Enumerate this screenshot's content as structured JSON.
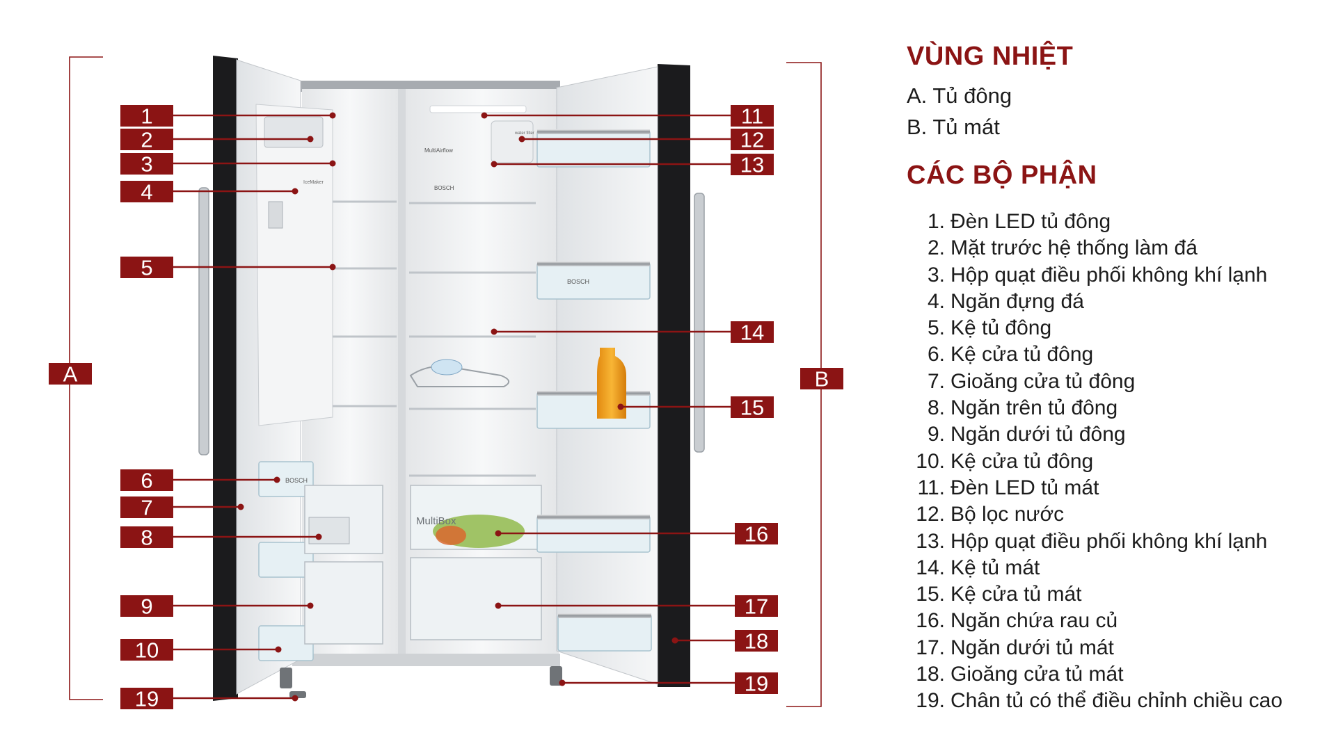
{
  "legend": {
    "zones_heading": "VÙNG NHIỆT",
    "zones": [
      {
        "label": "A. Tủ đông"
      },
      {
        "label": "B. Tủ mát"
      }
    ],
    "parts_heading": "CÁC BỘ PHẬN",
    "parts": [
      {
        "num": "1.",
        "label": "Đèn LED tủ đông"
      },
      {
        "num": "2.",
        "label": "Mặt trước hệ thống làm đá"
      },
      {
        "num": "3.",
        "label": "Hộp quạt điều phối không khí lạnh"
      },
      {
        "num": "4.",
        "label": "Ngăn đựng đá"
      },
      {
        "num": "5.",
        "label": "Kệ tủ đông"
      },
      {
        "num": "6.",
        "label": "Kệ cửa tủ đông"
      },
      {
        "num": "7.",
        "label": "Gioăng cửa tủ đông"
      },
      {
        "num": "8.",
        "label": "Ngăn trên tủ đông"
      },
      {
        "num": "9.",
        "label": "Ngăn dưới tủ đông"
      },
      {
        "num": "10.",
        "label": "Kệ cửa tủ đông"
      },
      {
        "num": "11.",
        "label": "Đèn LED tủ mát"
      },
      {
        "num": "12.",
        "label": "Bộ lọc nước"
      },
      {
        "num": "13.",
        "label": "Hộp quạt điều phối không khí lạnh"
      },
      {
        "num": "14.",
        "label": "Kệ tủ mát"
      },
      {
        "num": "15.",
        "label": "Kệ cửa tủ mát"
      },
      {
        "num": "16.",
        "label": "Ngăn chứa rau củ"
      },
      {
        "num": "17.",
        "label": "Ngăn dưới tủ mát"
      },
      {
        "num": "18.",
        "label": "Gioăng cửa tủ mát"
      },
      {
        "num": "19.",
        "label": "Chân tủ có thể điều chỉnh chiều cao"
      }
    ]
  },
  "zone_callouts": {
    "a": "A",
    "b": "B"
  },
  "callouts": {
    "c1": "1",
    "c2": "2",
    "c3": "3",
    "c4": "4",
    "c5": "5",
    "c6": "6",
    "c7": "7",
    "c8": "8",
    "c9": "9",
    "c10": "10",
    "c11": "11",
    "c12": "12",
    "c13": "13",
    "c14": "14",
    "c15": "15",
    "c16": "16",
    "c17": "17",
    "c18": "18",
    "c19l": "19",
    "c19r": "19"
  },
  "fridge_text": {
    "multiairflow": "MultiAirflow",
    "brand_top": "BOSCH",
    "brand_door": "BOSCH",
    "brand_shelf": "BOSCH",
    "multibox": "MultiBox",
    "icemaker": "IceMaker",
    "water_filter": "water filter"
  },
  "colors": {
    "accent": "#8b1414",
    "text": "#1c1c1c",
    "fridge_body": "#1b1b1d",
    "liner": "#f1f2f3"
  }
}
